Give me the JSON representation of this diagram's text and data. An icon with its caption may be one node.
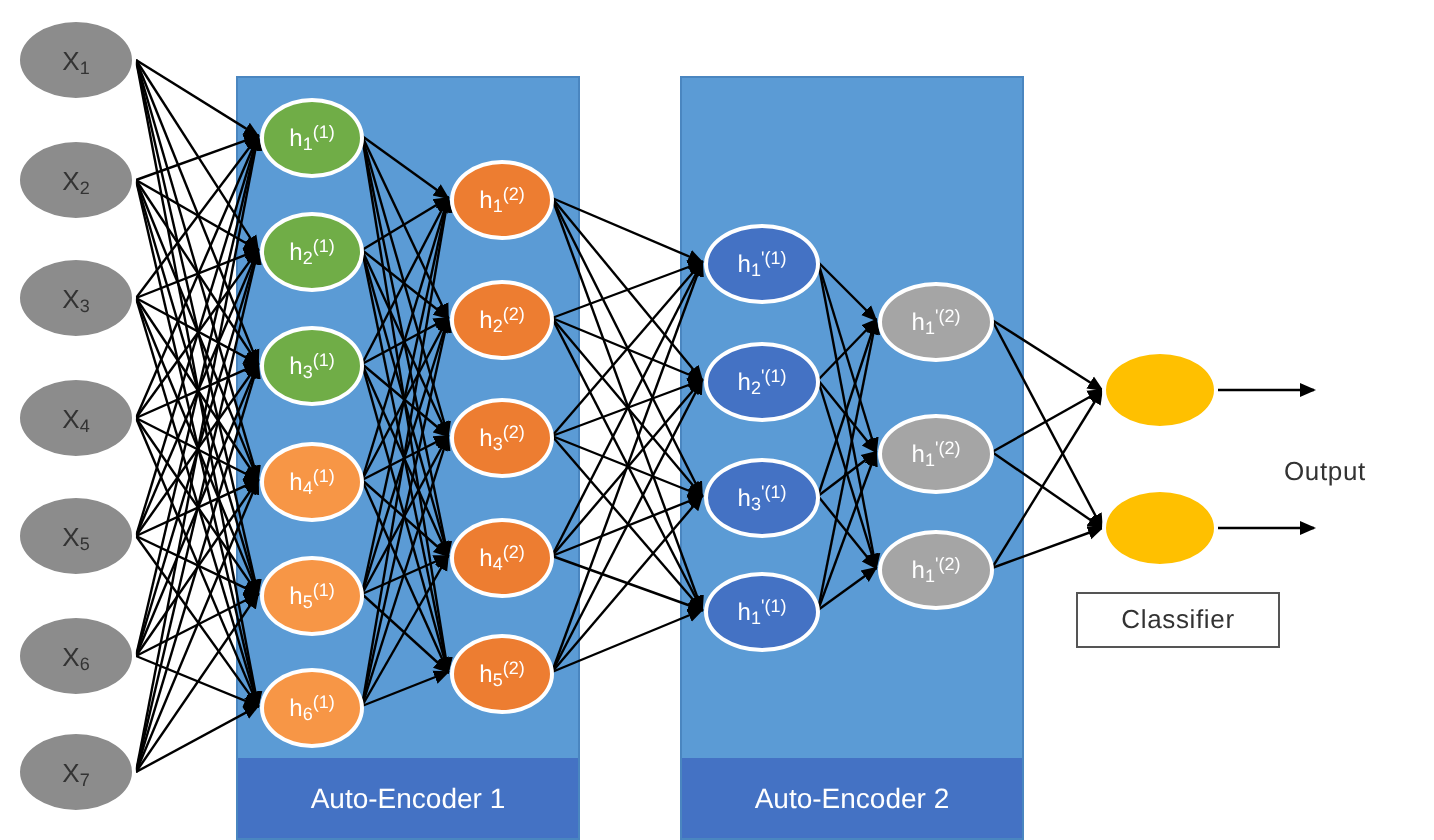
{
  "diagram": {
    "nodes": [
      {
        "text": [
          "X$_{1}$"
        ]
      },
      {
        "text": [
          "X$_{2}$"
        ]
      },
      {
        "text": [
          "X$_{3}$"
        ]
      },
      {
        "text": [
          "X$_{4}$"
        ]
      },
      {
        "text": [
          "X$_{5}$"
        ]
      },
      {
        "text": [
          "X$_{6}$"
        ]
      },
      {
        "text": [
          "X$_{7}$"
        ]
      },
      {
        "text": [
          "Auto-Encoder 1"
        ]
      },
      {
        "text": [
          "h$_{1}$$^{(1)}$"
        ],
        "in": 7
      },
      {
        "text": [
          "h$_{2}$$^{(1)}$"
        ],
        "in": 7
      },
      {
        "text": [
          "h$_{3}$$^{(1)}$"
        ],
        "in": 7
      },
      {
        "text": [
          "h$_{4}$$^{(1)}$"
        ],
        "in": 7
      },
      {
        "text": [
          "h$_{5}$$^{(1)}$"
        ],
        "in": 7
      },
      {
        "text": [
          "h$_{6}$$^{(1)}$"
        ],
        "in": 7
      },
      {
        "text": [
          "h$_{1}$$^{(2)}$"
        ],
        "in": 7
      },
      {
        "text": [
          "h$_{2}$$^{(2)}$"
        ],
        "in": 7
      },
      {
        "text": [
          "h$_{3}$$^{(2)}$"
        ],
        "in": 7
      },
      {
        "text": [
          "h$_{4}$$^{(2)}$"
        ],
        "in": 7
      },
      {
        "text": [
          "h$_{5}$$^{(2)}$"
        ],
        "in": 7
      },
      {
        "text": [
          "Auto-Encoder 2"
        ]
      },
      {
        "text": [
          "h$_{1}$$^{'(1)}$"
        ],
        "in": 19
      },
      {
        "text": [
          "h$_{2}$$^{'(1)}$"
        ],
        "in": 19
      },
      {
        "text": [
          "h$_{3}$$^{'(1)}$"
        ],
        "in": 19
      },
      {
        "text": [
          "h$_{1}$$^{'(1)}$"
        ],
        "in": 19
      },
      {
        "text": [
          "h$_{1}$$^{'(2)}$"
        ],
        "in": 19
      },
      {
        "text": [
          "h$_{1}$$^{'(2)}$"
        ],
        "in": 19
      },
      {
        "text": [
          "h$_{1}$$^{'(2)}$"
        ],
        "in": 19
      },
      {
        "text": [],
        "shape": "circle"
      },
      {
        "text": [],
        "shape": "circle"
      },
      {
        "text": [
          "Classifier"
        ]
      }
    ],
    "edges": [
      {
        "from": 0,
        "to": 8,
        "arrow": "to"
      },
      {
        "from": 0,
        "to": 9,
        "arrow": "to"
      },
      {
        "from": 0,
        "to": 10,
        "arrow": "to"
      },
      {
        "from": 0,
        "to": 11,
        "arrow": "to"
      },
      {
        "from": 0,
        "to": 12,
        "arrow": "to"
      },
      {
        "from": 0,
        "to": 13,
        "arrow": "to"
      },
      {
        "from": 1,
        "to": 8,
        "arrow": "to"
      },
      {
        "from": 1,
        "to": 9,
        "arrow": "to"
      },
      {
        "from": 1,
        "to": 10,
        "arrow": "to"
      },
      {
        "from": 1,
        "to": 11,
        "arrow": "to"
      },
      {
        "from": 1,
        "to": 12,
        "arrow": "to"
      },
      {
        "from": 1,
        "to": 13,
        "arrow": "to"
      },
      {
        "from": 2,
        "to": 8,
        "arrow": "to"
      },
      {
        "from": 2,
        "to": 9,
        "arrow": "to"
      },
      {
        "from": 2,
        "to": 10,
        "arrow": "to"
      },
      {
        "from": 2,
        "to": 11,
        "arrow": "to"
      },
      {
        "from": 2,
        "to": 12,
        "arrow": "to"
      },
      {
        "from": 2,
        "to": 13,
        "arrow": "to"
      },
      {
        "from": 3,
        "to": 8,
        "arrow": "to"
      },
      {
        "from": 3,
        "to": 9,
        "arrow": "to"
      },
      {
        "from": 3,
        "to": 10,
        "arrow": "to"
      },
      {
        "from": 3,
        "to": 11,
        "arrow": "to"
      },
      {
        "from": 3,
        "to": 12,
        "arrow": "to"
      },
      {
        "from": 3,
        "to": 13,
        "arrow": "to"
      },
      {
        "from": 4,
        "to": 8,
        "arrow": "to"
      },
      {
        "from": 4,
        "to": 9,
        "arrow": "to"
      },
      {
        "from": 4,
        "to": 10,
        "arrow": "to"
      },
      {
        "from": 4,
        "to": 11,
        "arrow": "to"
      },
      {
        "from": 4,
        "to": 12,
        "arrow": "to"
      },
      {
        "from": 4,
        "to": 13,
        "arrow": "to"
      },
      {
        "from": 5,
        "to": 8,
        "arrow": "to"
      },
      {
        "from": 5,
        "to": 9,
        "arrow": "to"
      },
      {
        "from": 5,
        "to": 10,
        "arrow": "to"
      },
      {
        "from": 5,
        "to": 11,
        "arrow": "to"
      },
      {
        "from": 5,
        "to": 12,
        "arrow": "to"
      },
      {
        "from": 5,
        "to": 13,
        "arrow": "to"
      },
      {
        "from": 6,
        "to": 8,
        "arrow": "to"
      },
      {
        "from": 6,
        "to": 9,
        "arrow": "to"
      },
      {
        "from": 6,
        "to": 10,
        "arrow": "to"
      },
      {
        "from": 6,
        "to": 11,
        "arrow": "to"
      },
      {
        "from": 6,
        "to": 12,
        "arrow": "to"
      },
      {
        "from": 6,
        "to": 13,
        "arrow": "to"
      },
      {
        "from": 8,
        "to": 14,
        "arrow": "to"
      },
      {
        "from": 8,
        "to": 15,
        "arrow": "to"
      },
      {
        "from": 8,
        "to": 16,
        "arrow": "to"
      },
      {
        "from": 8,
        "to": 17,
        "arrow": "to"
      },
      {
        "from": 8,
        "to": 18,
        "arrow": "to"
      },
      {
        "from": 9,
        "to": 14,
        "arrow": "to"
      },
      {
        "from": 9,
        "to": 15,
        "arrow": "to"
      },
      {
        "from": 9,
        "to": 16,
        "arrow": "to"
      },
      {
        "from": 9,
        "to": 17,
        "arrow": "to"
      },
      {
        "from": 9,
        "to": 18,
        "arrow": "to"
      },
      {
        "from": 10,
        "to": 14,
        "arrow": "to"
      },
      {
        "from": 10,
        "to": 15,
        "arrow": "to"
      },
      {
        "from": 10,
        "to": 16,
        "arrow": "to"
      },
      {
        "from": 10,
        "to": 17,
        "arrow": "to"
      },
      {
        "from": 10,
        "to": 18,
        "arrow": "to"
      },
      {
        "from": 11,
        "to": 14,
        "arrow": "to"
      },
      {
        "from": 11,
        "to": 15,
        "arrow": "to"
      },
      {
        "from": 11,
        "to": 16,
        "arrow": "to"
      },
      {
        "from": 11,
        "to": 17,
        "arrow": "to"
      },
      {
        "from": 11,
        "to": 18,
        "arrow": "to"
      },
      {
        "from": 12,
        "to": 14,
        "arrow": "to"
      },
      {
        "from": 12,
        "to": 15,
        "arrow": "to"
      },
      {
        "from": 12,
        "to": 16,
        "arrow": "to"
      },
      {
        "from": 12,
        "to": 17,
        "arrow": "to"
      },
      {
        "from": 12,
        "to": 18,
        "arrow": "to"
      },
      {
        "from": 13,
        "to": 14,
        "arrow": "to"
      },
      {
        "from": 13,
        "to": 15,
        "arrow": "to"
      },
      {
        "from": 13,
        "to": 16,
        "arrow": "to"
      },
      {
        "from": 13,
        "to": 17,
        "arrow": "to"
      },
      {
        "from": 13,
        "to": 18,
        "arrow": "to"
      },
      {
        "from": 14,
        "to": 20,
        "arrow": "to"
      },
      {
        "from": 14,
        "to": 21,
        "arrow": "to"
      },
      {
        "from": 14,
        "to": 22,
        "arrow": "to"
      },
      {
        "from": 14,
        "to": 23,
        "arrow": "to"
      },
      {
        "from": 15,
        "to": 20,
        "arrow": "to"
      },
      {
        "from": 15,
        "to": 21,
        "arrow": "to"
      },
      {
        "from": 15,
        "to": 22,
        "arrow": "to"
      },
      {
        "from": 15,
        "to": 23,
        "arrow": "to"
      },
      {
        "from": 16,
        "to": 20,
        "arrow": "to"
      },
      {
        "from": 16,
        "to": 21,
        "arrow": "to"
      },
      {
        "from": 16,
        "to": 22,
        "arrow": "to"
      },
      {
        "from": 16,
        "to": 23,
        "arrow": "to"
      },
      {
        "from": 17,
        "to": 20,
        "arrow": "to"
      },
      {
        "from": 17,
        "to": 21,
        "arrow": "to"
      },
      {
        "from": 17,
        "to": 22,
        "arrow": "to"
      },
      {
        "from": 17,
        "to": 23,
        "arrow": "to"
      },
      {
        "from": 18,
        "to": 20,
        "arrow": "to"
      },
      {
        "from": 18,
        "to": 21,
        "arrow": "to"
      },
      {
        "from": 18,
        "to": 22,
        "arrow": "to"
      },
      {
        "from": 18,
        "to": 23,
        "arrow": "to"
      },
      {
        "from": 20,
        "to": 24,
        "arrow": "to"
      },
      {
        "from": 20,
        "to": 25,
        "arrow": "to"
      },
      {
        "from": 20,
        "to": 26,
        "arrow": "to"
      },
      {
        "from": 21,
        "to": 24,
        "arrow": "to"
      },
      {
        "from": 21,
        "to": 25,
        "arrow": "to"
      },
      {
        "from": 21,
        "to": 26,
        "arrow": "to"
      },
      {
        "from": 22,
        "to": 24,
        "arrow": "to"
      },
      {
        "from": 22,
        "to": 25,
        "arrow": "to"
      },
      {
        "from": 22,
        "to": 26,
        "arrow": "to"
      },
      {
        "from": 23,
        "to": 24,
        "arrow": "to"
      },
      {
        "from": 23,
        "to": 25,
        "arrow": "to"
      },
      {
        "from": 23,
        "to": 26,
        "arrow": "to"
      },
      {
        "from": 24,
        "to": 27,
        "arrow": "to"
      },
      {
        "from": 24,
        "to": 28,
        "arrow": "to"
      },
      {
        "from": 25,
        "to": 27,
        "arrow": "to"
      },
      {
        "from": 25,
        "to": 28,
        "arrow": "to"
      },
      {
        "from": 26,
        "to": 27,
        "arrow": "to"
      },
      {
        "from": 26,
        "to": 28,
        "arrow": "to"
      },
      {
        "from": 27,
        "to": null,
        "arrow": "to"
      },
      {
        "from": 28,
        "to": null,
        "arrow": "to"
      }
    ],
    "labels": [
      "Output"
    ]
  }
}
